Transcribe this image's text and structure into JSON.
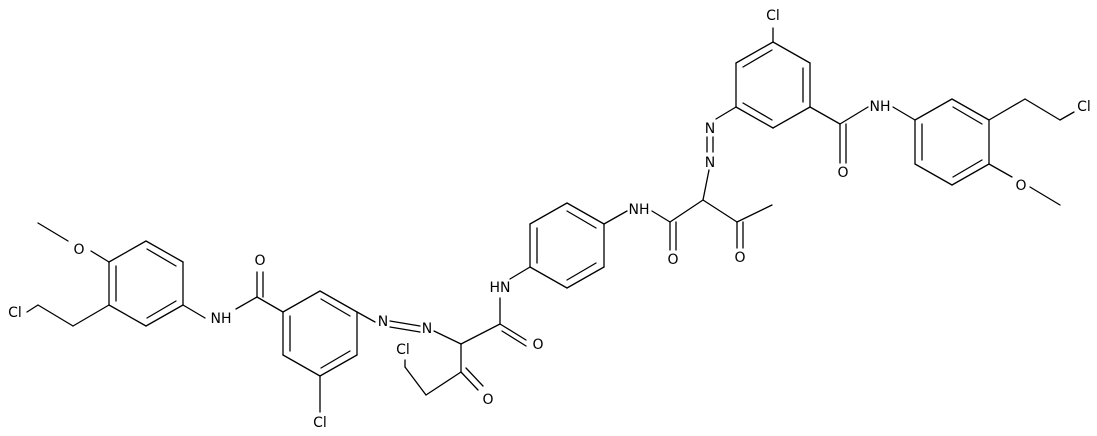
{
  "atoms": {
    "cl_a": "Cl",
    "cl_b": "Cl",
    "cl_c": "Cl",
    "cl_d": "Cl",
    "cl_e": "Cl",
    "n_azo_r1": "N",
    "n_azo_r2": "N",
    "n_azo_l1": "N",
    "n_azo_l2": "N",
    "nh_r_amide": "NH",
    "nh_center_r": "NH",
    "hn_center_l": "HN",
    "nh_l_amide": "NH",
    "o_r_amide": "O",
    "o_r_methoxy": "O",
    "o_center_r": "O",
    "o_r_keto": "O",
    "o_l_methoxy": "O",
    "o_l_amide": "O",
    "o_center_l": "O",
    "o_l_keto": "O"
  }
}
